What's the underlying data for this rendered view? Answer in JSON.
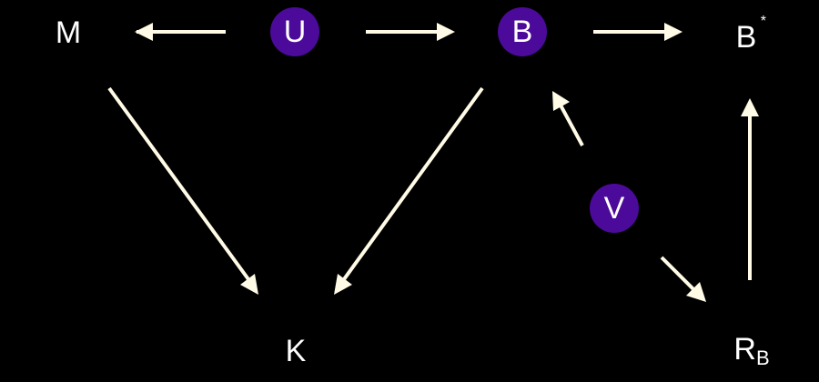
{
  "nodes": {
    "M": {
      "label": "M"
    },
    "U": {
      "label": "U"
    },
    "B": {
      "label": "B"
    },
    "B_star": {
      "label": "B",
      "superscript": "*"
    },
    "V": {
      "label": "V"
    },
    "K": {
      "label": "K"
    },
    "R_B": {
      "label": "R",
      "subscript": "B"
    }
  },
  "edges": [
    {
      "from": "U",
      "to": "M"
    },
    {
      "from": "U",
      "to": "B"
    },
    {
      "from": "B",
      "to": "B_star"
    },
    {
      "from": "M",
      "to": "K"
    },
    {
      "from": "B",
      "to": "K"
    },
    {
      "from": "V",
      "to": "B"
    },
    {
      "from": "V",
      "to": "R_B"
    },
    {
      "from": "R_B",
      "to": "B_star"
    }
  ],
  "colors": {
    "background": "#000000",
    "node_fill": "#4b0a99",
    "text": "#ffffff",
    "arrow": "#fffbe6"
  }
}
